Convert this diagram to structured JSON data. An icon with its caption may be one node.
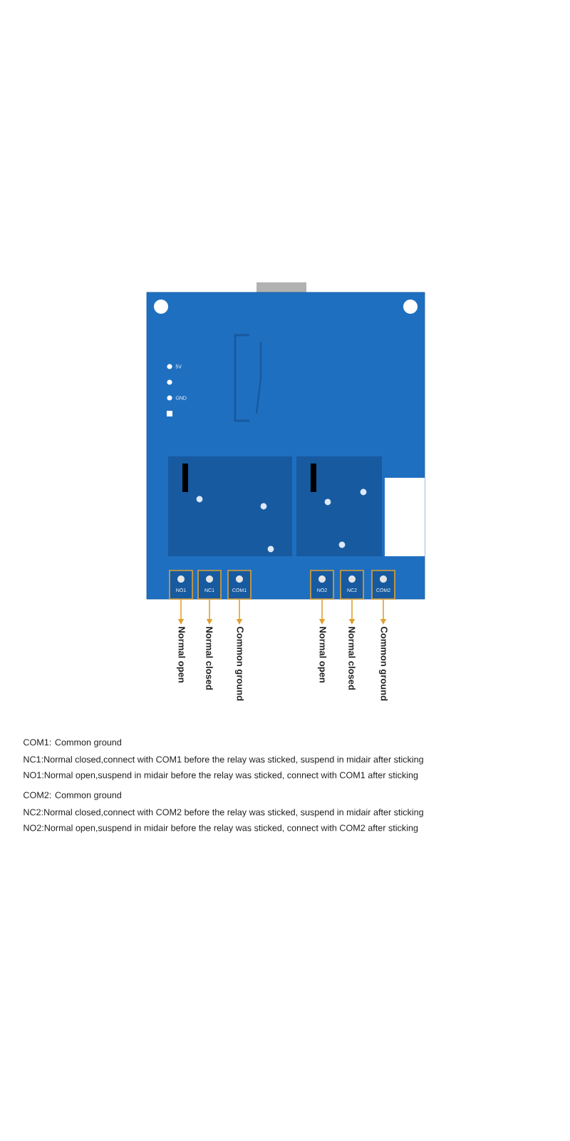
{
  "diagram": {
    "nodes": [
      {
        "text": [],
        "shape": "picture"
      },
      {
        "text": [
          "NO1"
        ],
        "in": 0
      },
      {
        "text": [
          "NC1"
        ],
        "in": 0
      },
      {
        "text": [
          "COM1"
        ],
        "in": 0
      },
      {
        "text": [
          "NO2"
        ],
        "in": 0
      },
      {
        "text": [
          "NC2"
        ],
        "in": 0
      },
      {
        "text": [
          "COM2"
        ],
        "in": 0
      },
      {
        "text": [
          "Normal open"
        ]
      },
      {
        "text": [
          "Normal closed"
        ]
      },
      {
        "text": [
          "Common ground"
        ]
      },
      {
        "text": [
          "Normal open"
        ]
      },
      {
        "text": [
          "Normal closed"
        ]
      },
      {
        "text": [
          "Common ground"
        ]
      }
    ],
    "edges": [
      {
        "from": 1,
        "to": 7,
        "arrow": "to"
      },
      {
        "from": 2,
        "to": 8,
        "arrow": "to"
      },
      {
        "from": 3,
        "to": 9,
        "arrow": "to"
      },
      {
        "from": 4,
        "to": 10,
        "arrow": "to"
      },
      {
        "from": 5,
        "to": 11,
        "arrow": "to"
      },
      {
        "from": 6,
        "to": 12,
        "arrow": "to"
      }
    ],
    "labels": [
      "5V",
      "GND",
      "COM1: Common ground",
      "NC1:Normal closed,connect with COM1 before the relay was sticked, suspend in midair after sticking",
      "NO1:Normal open,suspend in midair before the relay was sticked, connect with COM1 after sticking",
      "COM2: Common ground",
      "NC2:Normal closed,connect with COM2 before the relay was sticked, suspend in midair after sticking",
      "NO2:Normal open,suspend in midair before the relay was sticked, connect with COM2 after sticking"
    ]
  }
}
